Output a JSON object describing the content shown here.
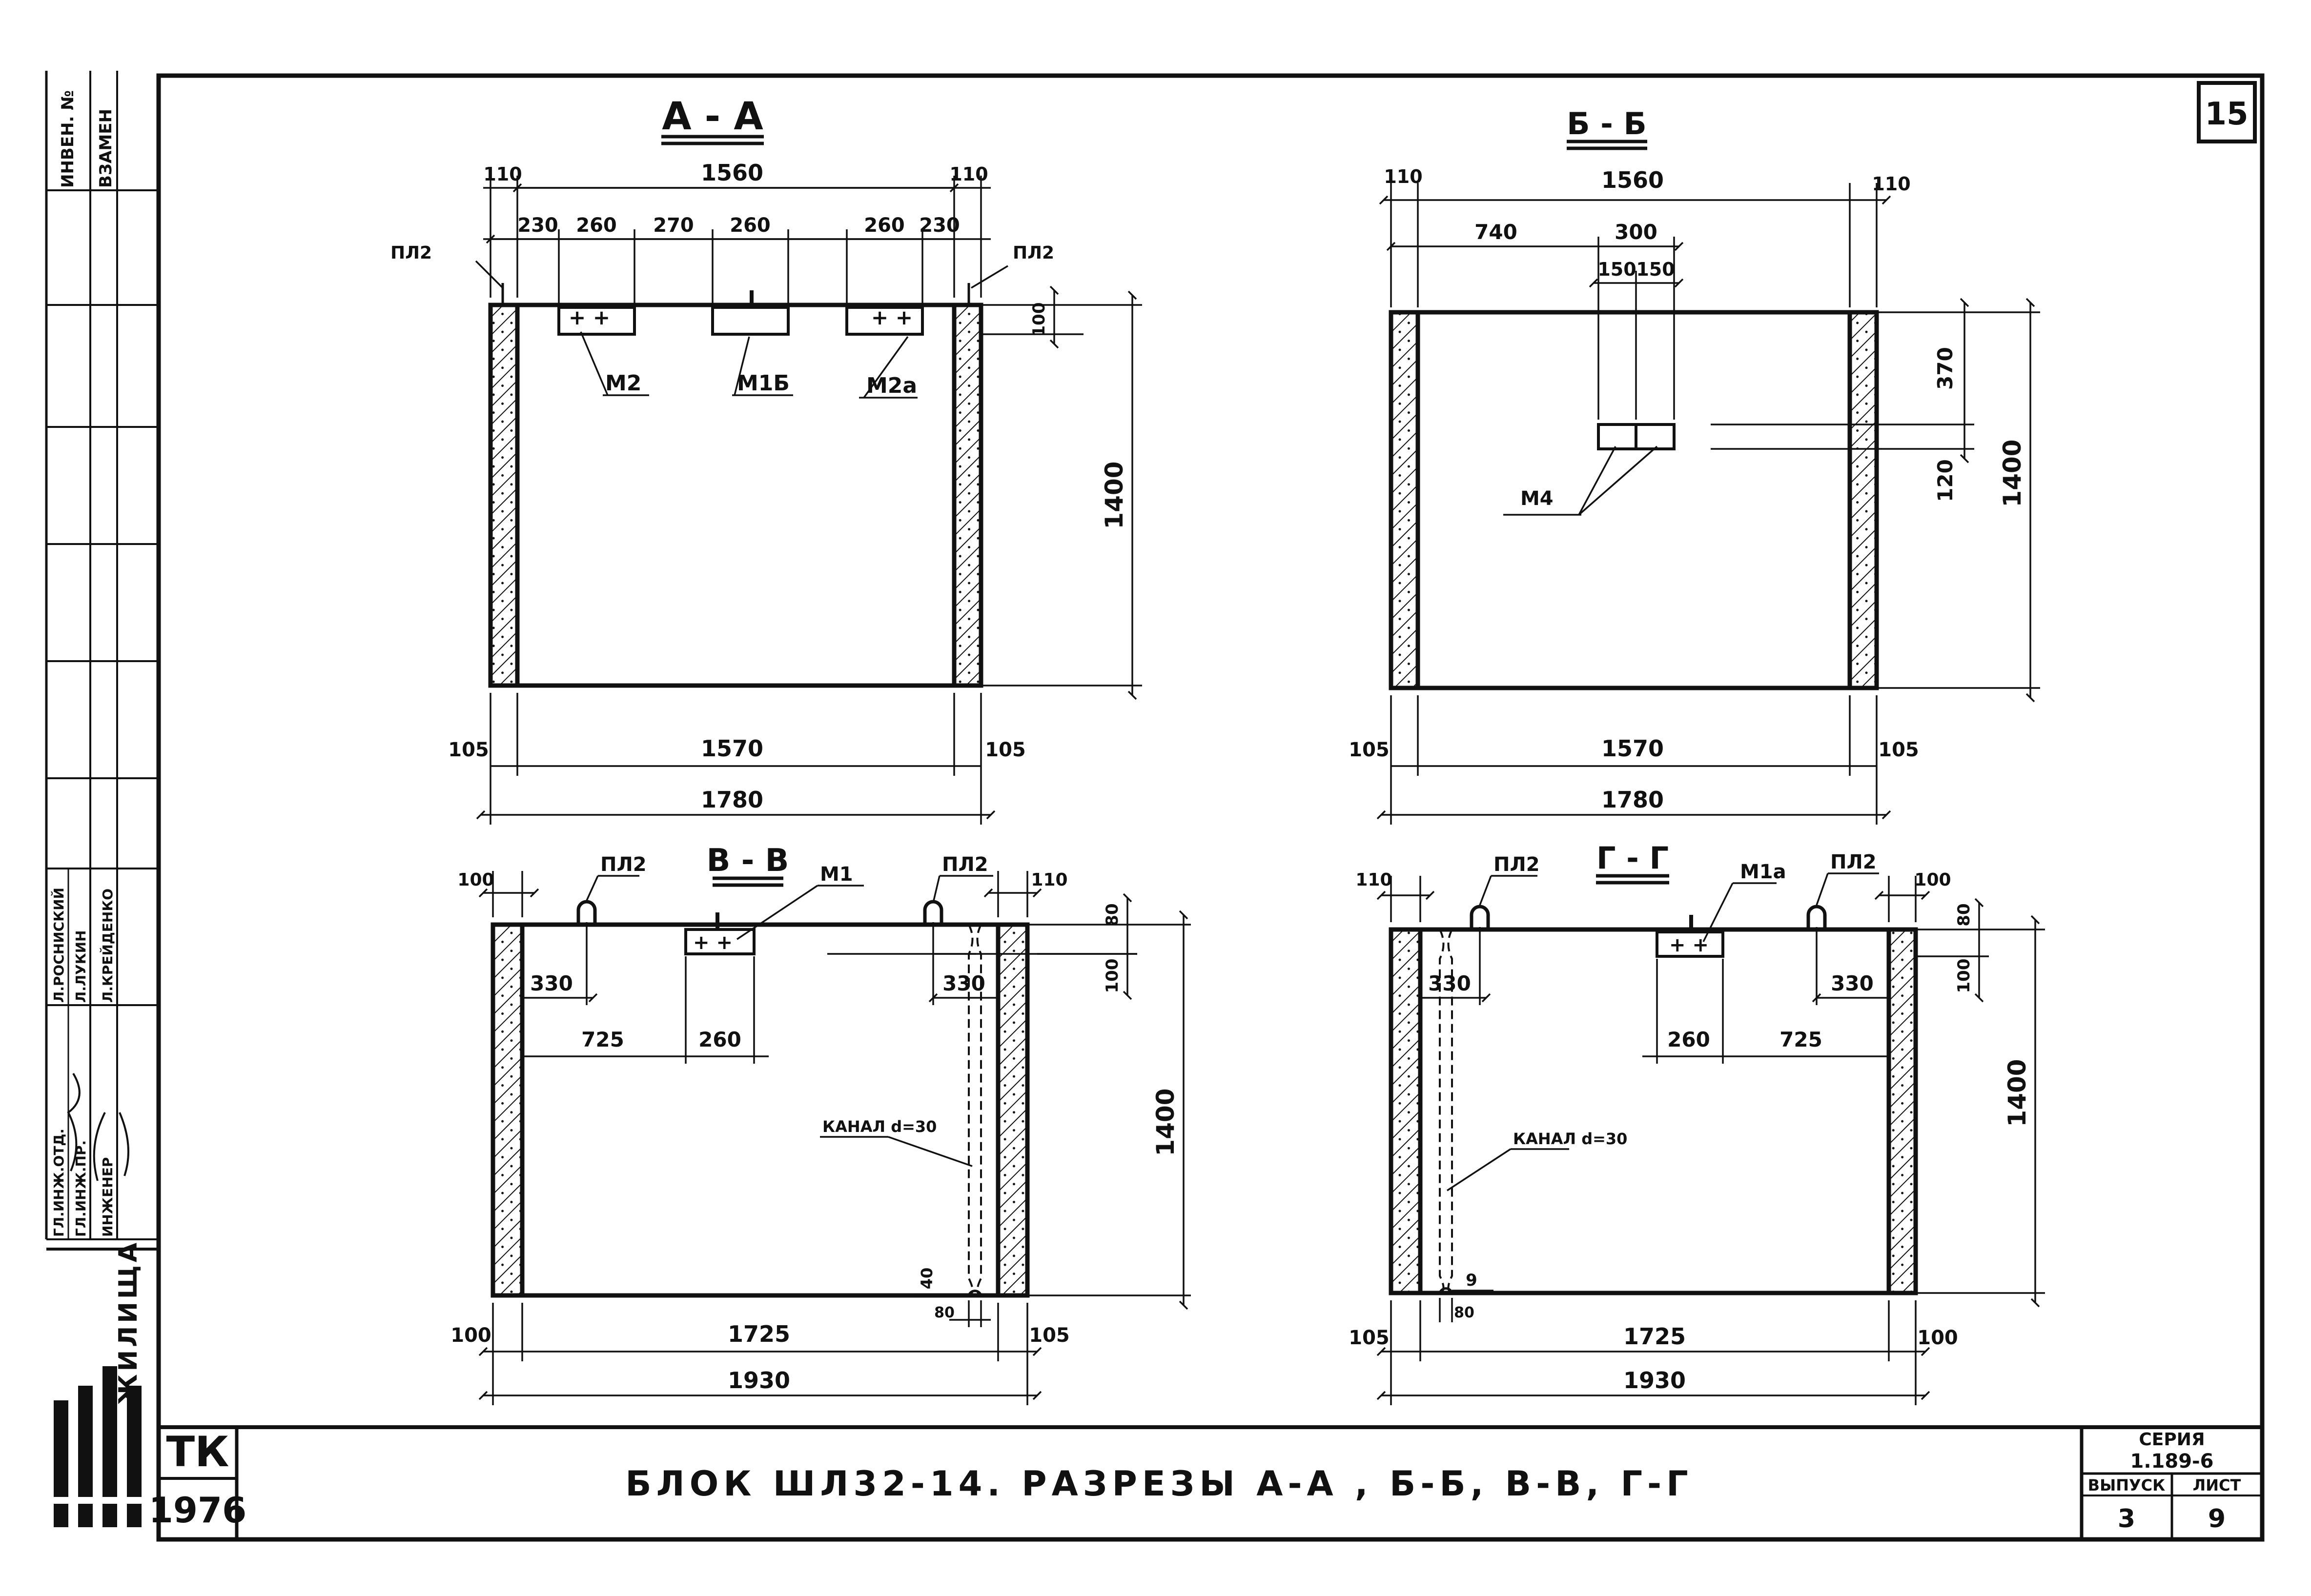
{
  "sheet": {
    "page_number": "15",
    "company": "ТК",
    "year": "1976",
    "title": "БЛОК ШЛ32-14.  РАЗРЕЗЫ  А-А , Б-Б, В-В, Г-Г",
    "series_label": "СЕРИЯ",
    "series_value": "1.189-6",
    "issue_label": "ВЫПУСК",
    "issue_value": "3",
    "sheet_label": "ЛИСТ",
    "sheet_value": "9"
  },
  "side_stamp": {
    "inv_label": "ИНВЕН. №",
    "replace_label": "ВЗАМЕН",
    "zhilishcha": "ЖИЛИЩА",
    "roles": [
      {
        "role": "ГЛ.ИНЖ.ОТД.",
        "name": "Л.РОСНИСКИЙ"
      },
      {
        "role": "ГЛ.ИНЖ.ПР.",
        "name": "Л.ЛУКИН"
      },
      {
        "role": "ИНЖЕНЕР",
        "name": "Л.КРЕЙДЕНКО"
      }
    ]
  },
  "section_aa": {
    "title": "А - А",
    "dims": {
      "left_wall": "110",
      "right_wall": "110",
      "inner": "1560",
      "s1": "230",
      "s2": "260",
      "s3": "270",
      "s4": "260",
      "s5": "260",
      "s6": "230",
      "top_offset": "100",
      "height": "1400",
      "bottom_left": "105",
      "bottom_mid": "1570",
      "bottom_right": "105",
      "overall": "1780"
    },
    "labels": {
      "pl_left": "ПЛ2",
      "pl_right": "ПЛ2",
      "m_left": "М2",
      "m_mid": "М1Б",
      "m_right": "М2а"
    }
  },
  "section_bb": {
    "title": "Б - Б",
    "dims": {
      "left_wall": "110",
      "right_wall": "110",
      "inner": "1560",
      "s1": "740",
      "s2": "300",
      "half1": "150",
      "half2": "150",
      "v1": "370",
      "v2": "120",
      "height": "1400",
      "bottom_left": "105",
      "bottom_mid": "1570",
      "bottom_right": "105",
      "overall": "1780"
    },
    "labels": {
      "m4": "М4"
    }
  },
  "section_vv": {
    "title": "В - В",
    "dims": {
      "left_wall": "100",
      "right_wall": "110",
      "d330a": "330",
      "d725": "725",
      "d260": "260",
      "d330b": "330",
      "v80": "80",
      "v100": "100",
      "height": "1400",
      "small40": "40",
      "small80": "80",
      "bottom_left": "100",
      "bottom_mid": "1725",
      "bottom_right": "105",
      "overall": "1930"
    },
    "labels": {
      "pl_left": "ПЛ2",
      "pl_right": "ПЛ2",
      "m1": "М1",
      "channel": "КАНАЛ d=30"
    }
  },
  "section_gg": {
    "title": "Г - Г",
    "dims": {
      "left_wall": "110",
      "right_wall": "100",
      "d330a": "330",
      "d260": "260",
      "d725": "725",
      "d330b": "330",
      "v80": "80",
      "v100": "100",
      "height": "1400",
      "small9": "9",
      "small80": "80",
      "bottom_left": "105",
      "bottom_mid": "1725",
      "bottom_right": "100",
      "overall": "1930"
    },
    "labels": {
      "pl_left": "ПЛ2",
      "pl_right": "ПЛ2",
      "m1a": "М1а",
      "channel": "КАНАЛ d=30"
    }
  }
}
